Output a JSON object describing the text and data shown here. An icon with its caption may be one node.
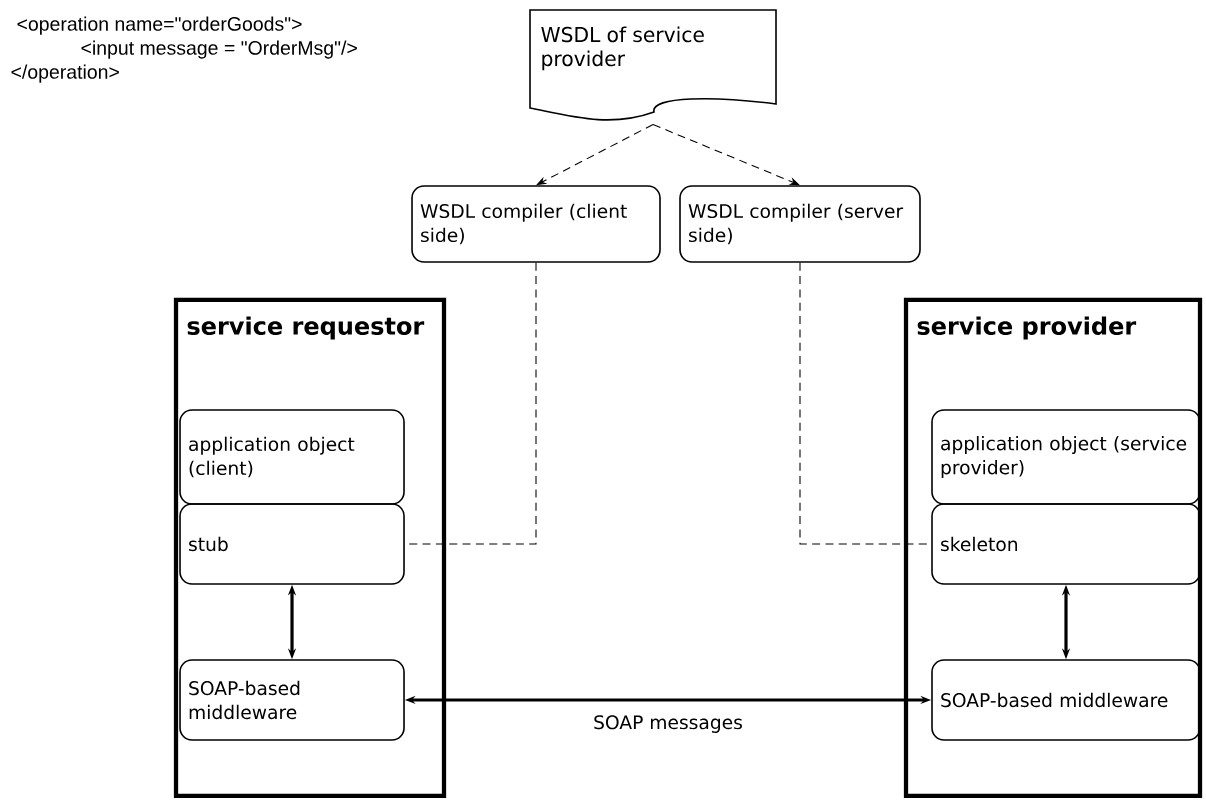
{
  "diagram": {
    "nodes": [
      {
        "text": [
          "WSDL of service provider"
        ]
      },
      {
        "text": [
          "WSDL compiler (client side)"
        ]
      },
      {
        "text": [
          "WSDL compiler (server side)"
        ]
      },
      {
        "text": [
          "service requestor"
        ]
      },
      {
        "text": [
          "application object (client)"
        ],
        "in": 3
      },
      {
        "text": [
          "stub"
        ],
        "in": 3
      },
      {
        "text": [
          "SOAP-based middleware"
        ],
        "in": 3
      },
      {
        "text": [
          "service provider"
        ]
      },
      {
        "text": [
          "application object (service provider)"
        ],
        "in": 7
      },
      {
        "text": [
          "skeleton"
        ],
        "in": 7
      },
      {
        "text": [
          "SOAP-based middleware"
        ],
        "in": 7
      }
    ],
    "edges": [
      {
        "from": 0,
        "to": 1,
        "arrow": "to",
        "style": "dashed"
      },
      {
        "from": 0,
        "to": 2,
        "arrow": "to",
        "style": "dashed"
      },
      {
        "from": 1,
        "to": 5,
        "arrow": "none",
        "style": "dashed"
      },
      {
        "from": 2,
        "to": 9,
        "arrow": "none",
        "style": "dashed"
      },
      {
        "from": 5,
        "to": 6,
        "arrow": "both"
      },
      {
        "from": 9,
        "to": 10,
        "arrow": "both"
      },
      {
        "from": 6,
        "to": 10,
        "arrow": "both",
        "label": "SOAP messages"
      }
    ],
    "labels": [
      "<operation  name=\"orderGoods\">",
      "<input message = \"OrderMsg\"/>",
      "</operation>"
    ]
  }
}
